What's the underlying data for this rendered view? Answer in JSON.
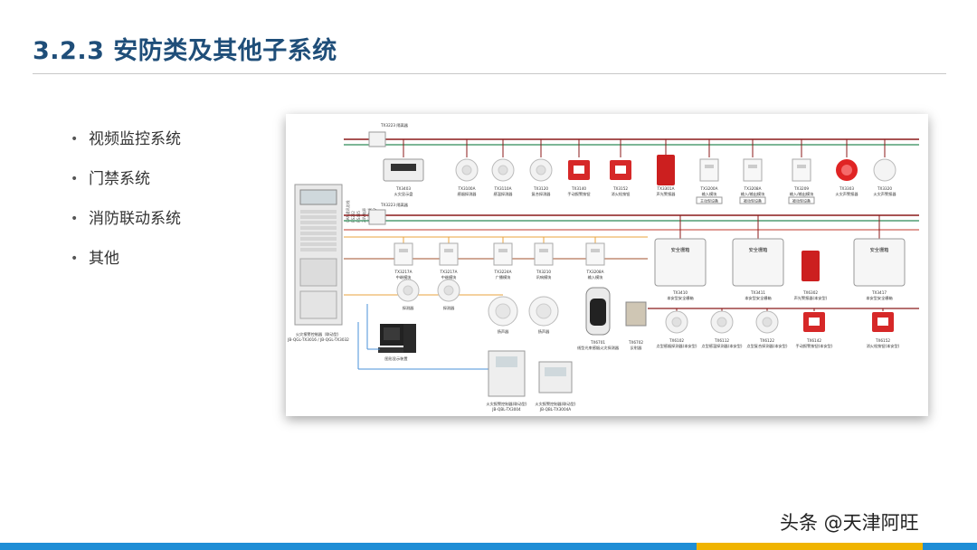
{
  "title": "3.2.3 安防类及其他子系统",
  "bullets": [
    "视频监控系统",
    "门禁系统",
    "消防联动系统",
    "其他"
  ],
  "watermark": "头条 @天津阿旺",
  "diagram": {
    "panel_caption": "火灾报警控制器（联动型） JB-QGL-TX3016 / JB-QGL-TX3032",
    "computer_caption": "图形显示装置",
    "bus_top_label": "TX3223 隔离器",
    "bus_mid_label": "TX3223 隔离器",
    "top_row": [
      {
        "code": "TX3403",
        "name": "火灾显示盘",
        "kind": "display"
      },
      {
        "code": "TX3100A",
        "name": "感烟探测器",
        "kind": "detector"
      },
      {
        "code": "TX3110A",
        "name": "感温探测器",
        "kind": "detector"
      },
      {
        "code": "TX3120",
        "name": "复合探测器",
        "kind": "detector"
      },
      {
        "code": "TX3140",
        "name": "手动报警按钮",
        "kind": "redbox"
      },
      {
        "code": "TX3152",
        "name": "消火栓按钮",
        "kind": "redbox"
      },
      {
        "code": "TX3301A",
        "name": "声光警报器",
        "kind": "redtall"
      },
      {
        "code": "TX3200A",
        "name": "输入模块",
        "kind": "module"
      },
      {
        "code": "TX3208A",
        "name": "输入/输出模块",
        "kind": "module"
      },
      {
        "code": "TX3209",
        "name": "输入/输出模块",
        "kind": "module"
      },
      {
        "code": "TX3303",
        "name": "火灾声警报器",
        "kind": "redcircle"
      },
      {
        "code": "TX3320",
        "name": "火灾声警报器",
        "kind": "whitecircle"
      }
    ],
    "top_small_labels": [
      "主动型设备",
      "被动型设备",
      "被动型设备"
    ],
    "mid_row": [
      {
        "code": "TX3217A",
        "name": "中继模块",
        "kind": "module"
      },
      {
        "code": "TX3217A",
        "name": "中继模块",
        "kind": "module"
      },
      {
        "code": "TX3224A",
        "name": "广播模块",
        "kind": "module"
      },
      {
        "code": "TX3210",
        "name": "讯响模块",
        "kind": "module"
      },
      {
        "code": "TX3208A",
        "name": "输入模块",
        "kind": "module"
      }
    ],
    "mid_lower": [
      {
        "name": "探测器",
        "kind": "detector"
      },
      {
        "name": "探测器",
        "kind": "detector"
      },
      {
        "name": "扬声器",
        "kind": "speaker"
      },
      {
        "name": "扬声器",
        "kind": "speaker"
      }
    ],
    "beam": {
      "code": "TX6701",
      "name": "线型光束感烟火灾探测器"
    },
    "box_item": {
      "code": "TX6702",
      "name": "反射器"
    },
    "cabinet_title": "安全栅箱",
    "cabinets": [
      {
        "code": "TX3410",
        "name": "本安型安全栅箱"
      },
      {
        "code": "TX3411",
        "name": "本安型安全栅箱"
      },
      {
        "code": "TX3417",
        "name": "本安型安全栅箱"
      }
    ],
    "exrow": [
      {
        "code": "TX6102",
        "name": "点型感烟探测器(本安型)",
        "kind": "detector"
      },
      {
        "code": "TX6112",
        "name": "点型感温探测器(本安型)",
        "kind": "detector"
      },
      {
        "code": "TX6122",
        "name": "点型复合探测器(本安型)",
        "kind": "detector"
      },
      {
        "code": "TX6142",
        "name": "手动报警按钮(本安型)",
        "kind": "redbox"
      },
      {
        "code": "TX6152",
        "name": "消火栓按钮(本安型)",
        "kind": "redbox"
      }
    ],
    "ex_redtall": {
      "code": "TX6302",
      "name": "声光警报器(本安型)"
    },
    "controllers": [
      {
        "name": "火灾报警控制器(联动型)",
        "model": "JB-QBL-TX3004"
      },
      {
        "name": "火灾报警控制器(联动型)",
        "model": "JB-QBL-TX3004A"
      }
    ],
    "vertical_labels": [
      "CAN通讯总线",
      "RS232",
      "RS485",
      "24V电源",
      "通讯总线",
      "AC220V"
    ],
    "colors": {
      "red": "#c0392b",
      "green": "#2e8b57",
      "darkred": "#8b1a1a",
      "brown": "#a0522d",
      "orange": "#e8a33d",
      "blue": "#4a90d9",
      "grey": "#666666"
    }
  }
}
